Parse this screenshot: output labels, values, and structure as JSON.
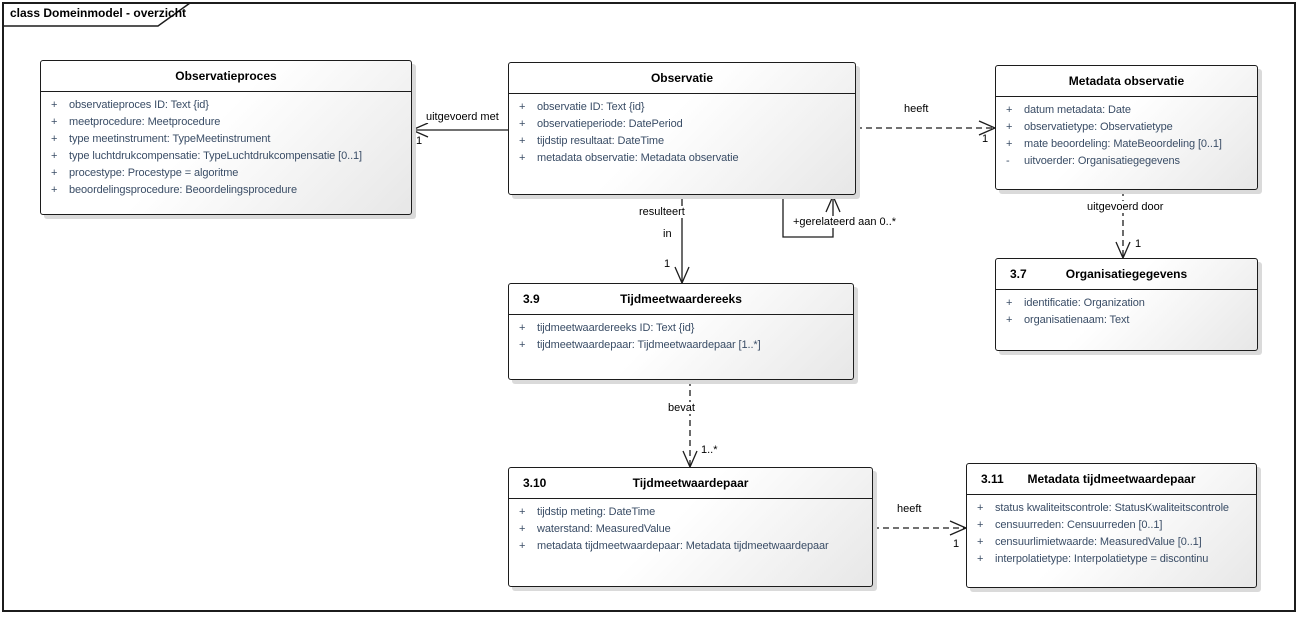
{
  "frame": {
    "title": "class Domeinmodel - overzicht"
  },
  "colors": {
    "attribute_text": "#3a4d66",
    "line": "#1c1c1c",
    "shadow": "#dadada"
  },
  "classes": [
    {
      "number": "",
      "title": "Observatieproces",
      "attributes": [
        {
          "vis": "+",
          "text": "observatieproces ID: Text {id}"
        },
        {
          "vis": "+",
          "text": "meetprocedure: Meetprocedure"
        },
        {
          "vis": "+",
          "text": "type meetinstrument: TypeMeetinstrument"
        },
        {
          "vis": "+",
          "text": "type luchtdrukcompensatie: TypeLuchtdrukcompensatie [0..1]"
        },
        {
          "vis": "+",
          "text": "procestype: Procestype = algoritme"
        },
        {
          "vis": "+",
          "text": "beoordelingsprocedure: Beoordelingsprocedure"
        }
      ]
    },
    {
      "number": "",
      "title": "Observatie",
      "attributes": [
        {
          "vis": "+",
          "text": "observatie ID: Text {id}"
        },
        {
          "vis": "+",
          "text": "observatieperiode: DatePeriod"
        },
        {
          "vis": "+",
          "text": "tijdstip resultaat: DateTime"
        },
        {
          "vis": "+",
          "text": "metadata observatie: Metadata observatie"
        }
      ]
    },
    {
      "number": "",
      "title": "Metadata observatie",
      "attributes": [
        {
          "vis": "+",
          "text": "datum metadata: Date"
        },
        {
          "vis": "+",
          "text": "observatietype: Observatietype"
        },
        {
          "vis": "+",
          "text": "mate beoordeling: MateBeoordeling [0..1]"
        },
        {
          "vis": "-",
          "text": "uitvoerder: Organisatiegegevens"
        }
      ]
    },
    {
      "number": "3.7",
      "title": "Organisatiegegevens",
      "attributes": [
        {
          "vis": "+",
          "text": "identificatie: Organization"
        },
        {
          "vis": "+",
          "text": "organisatienaam: Text"
        }
      ]
    },
    {
      "number": "3.9",
      "title": "Tijdmeetwaardereeks",
      "attributes": [
        {
          "vis": "+",
          "text": "tijdmeetwaardereeks ID: Text {id}"
        },
        {
          "vis": "+",
          "text": "tijdmeetwaardepaar: Tijdmeetwaardepaar [1..*]"
        }
      ]
    },
    {
      "number": "3.10",
      "title": "Tijdmeetwaardepaar",
      "attributes": [
        {
          "vis": "+",
          "text": "tijdstip meting: DateTime"
        },
        {
          "vis": "+",
          "text": "waterstand: MeasuredValue"
        },
        {
          "vis": "+",
          "text": "metadata tijdmeetwaardepaar: Metadata tijdmeetwaardepaar"
        }
      ]
    },
    {
      "number": "3.11",
      "title": "Metadata tijdmeetwaardepaar",
      "attributes": [
        {
          "vis": "+",
          "text": "status kwaliteitscontrole: StatusKwaliteitscontrole"
        },
        {
          "vis": "+",
          "text": "censuurreden: Censuurreden [0..1]"
        },
        {
          "vis": "+",
          "text": "censuurlimietwaarde: MeasuredValue [0..1]"
        },
        {
          "vis": "+",
          "text": "interpolatietype: Interpolatietype = discontinu"
        }
      ]
    }
  ],
  "relations": [
    {
      "label": "uitgevoerd met",
      "multiplicity": "1",
      "style": "solid"
    },
    {
      "label": "heeft",
      "multiplicity": "1",
      "style": "dashed"
    },
    {
      "label": "resulteert",
      "label2": "in",
      "multiplicity": "1",
      "style": "solid"
    },
    {
      "label": "+gerelateerd aan 0..*",
      "multiplicity": "",
      "style": "solid"
    },
    {
      "label": "uitgevoerd door",
      "multiplicity": "1",
      "style": "dashed"
    },
    {
      "label": "bevat",
      "multiplicity": "1..*",
      "style": "dashed"
    },
    {
      "label": "heeft",
      "multiplicity": "1",
      "style": "dashed"
    }
  ]
}
